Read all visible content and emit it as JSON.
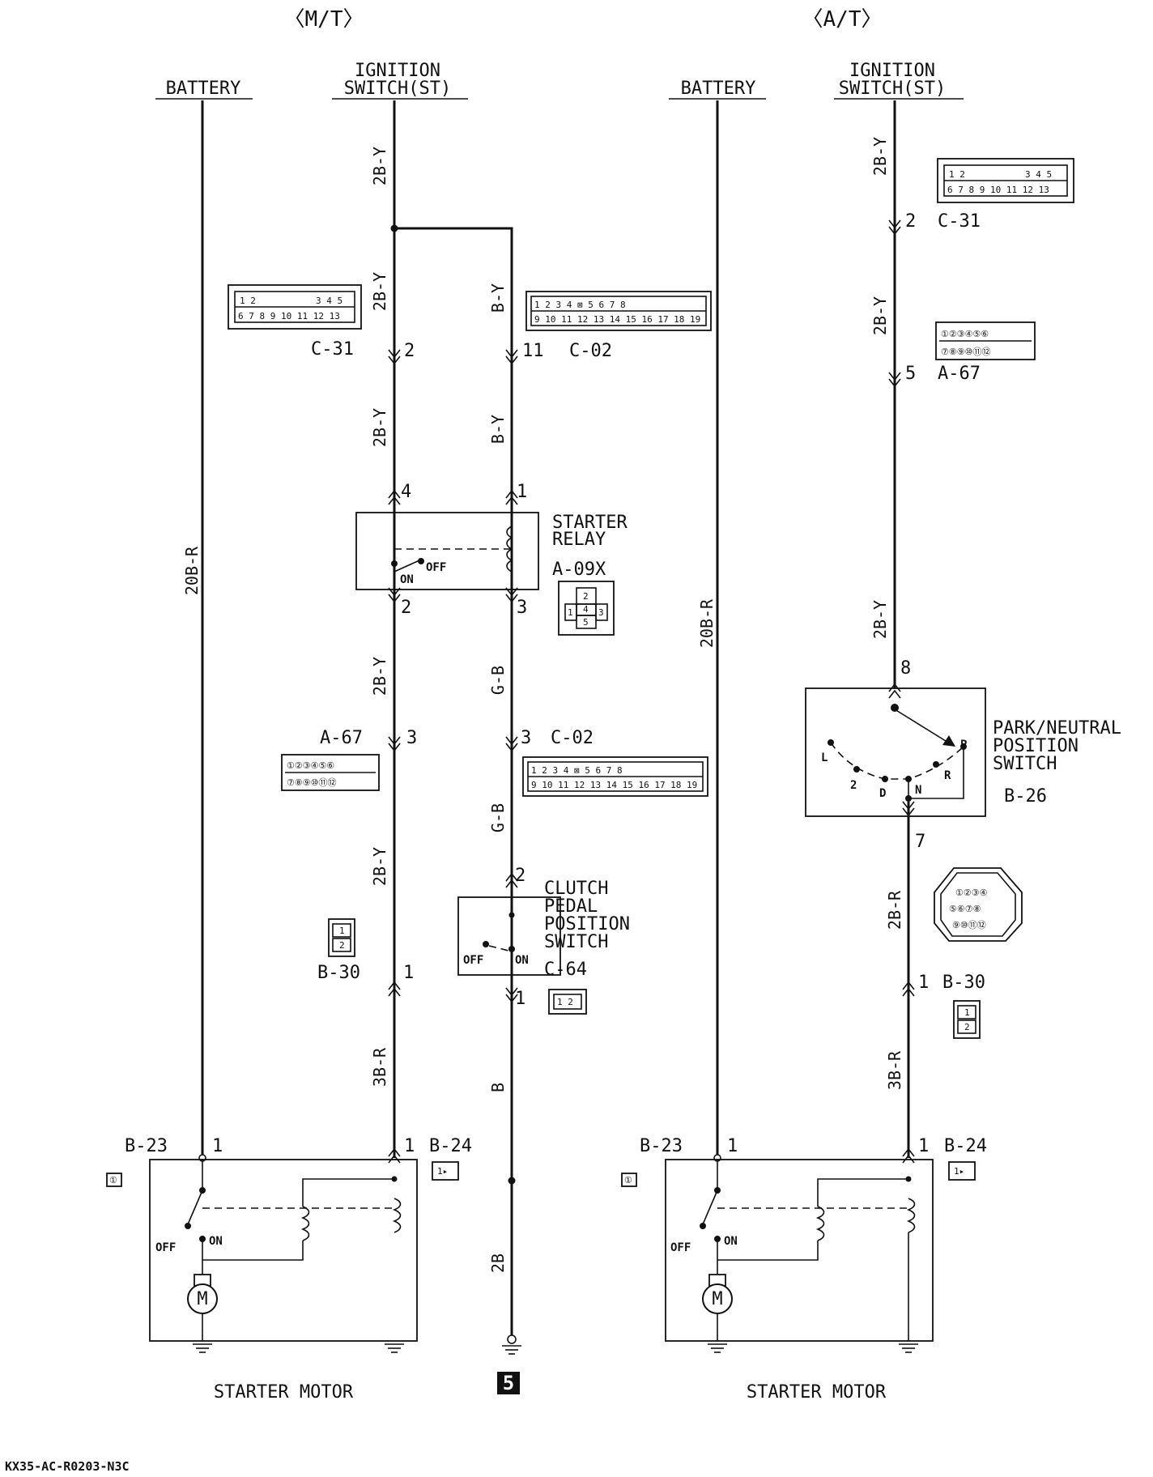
{
  "sections": {
    "mt": "〈M/T〉",
    "at": "〈A/T〉"
  },
  "sources": {
    "battery": "BATTERY",
    "ignition_line1": "IGNITION",
    "ignition_line2": "SWITCH(ST)"
  },
  "wires": {
    "b20r": "20B-R",
    "b2y": "2B-Y",
    "by": "B-Y",
    "gb": "G-B",
    "b3r": "3B-R",
    "b2r": "2B-R",
    "b": "B",
    "b2": "2B"
  },
  "connectors": {
    "c31": "C-31",
    "c02": "C-02",
    "a67": "A-67",
    "a09x": "A-09X",
    "b30": "B-30",
    "c64": "C-64",
    "b23": "B-23",
    "b24": "B-24",
    "b26": "B-26"
  },
  "pins": {
    "p1": "1",
    "p2": "2",
    "p3": "3",
    "p4": "4",
    "p5": "5",
    "p7": "7",
    "p8": "8",
    "p11": "11"
  },
  "components": {
    "starter_relay_1": "STARTER",
    "starter_relay_2": "RELAY",
    "clutch_1": "CLUTCH",
    "clutch_2": "PEDAL",
    "clutch_3": "POSITION",
    "clutch_4": "SWITCH",
    "pn_1": "PARK/NEUTRAL",
    "pn_2": "POSITION",
    "pn_3": "SWITCH",
    "starter_motor": "STARTER MOTOR"
  },
  "switch_states": {
    "off": "OFF",
    "on": "ON",
    "p": "P",
    "r": "R",
    "n": "N",
    "d": "D",
    "two": "2",
    "l": "L"
  },
  "motor_symbol": "M",
  "ground_ref": "5",
  "chassis_ref": "①",
  "footer_code": "KX35-AC-R0203-N3C"
}
